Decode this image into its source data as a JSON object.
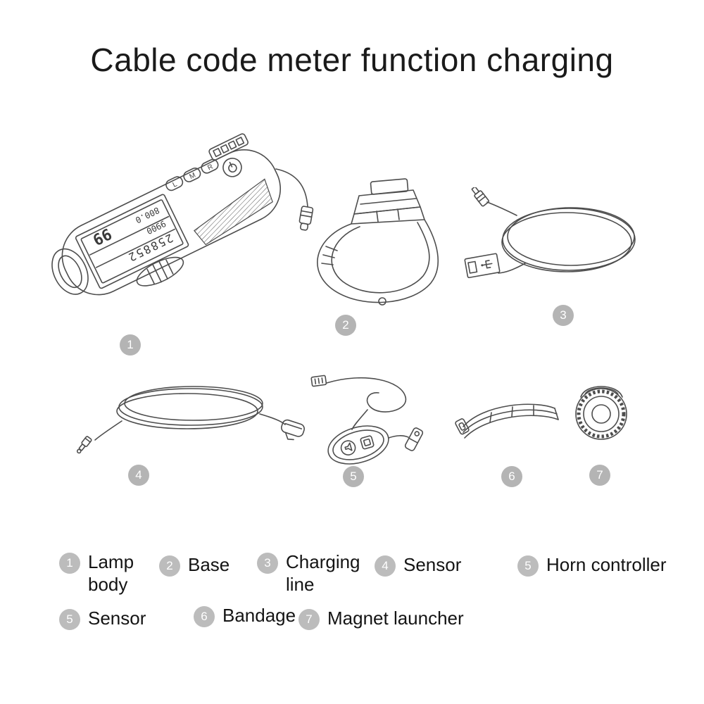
{
  "title": "Cable code meter function charging",
  "lamp_buttons": [
    "L",
    "M",
    "R"
  ],
  "meter_display": {
    "odometer": "258852",
    "trip": "9900",
    "distance": "800.0",
    "speed": "99"
  },
  "diagram_badges": [
    "1",
    "2",
    "3",
    "4",
    "5",
    "6",
    "7"
  ],
  "legend": {
    "row1": [
      {
        "num": "1",
        "label": "Lamp body"
      },
      {
        "num": "2",
        "label": "Base"
      },
      {
        "num": "3",
        "label": "Charging line"
      },
      {
        "num": "4",
        "label": "Sensor"
      },
      {
        "num": "5",
        "label": "Horn controller"
      }
    ],
    "row2": [
      {
        "num": "5",
        "label": "Sensor"
      },
      {
        "num": "6",
        "label": "Bandage"
      },
      {
        "num": "7",
        "label": "Magnet launcher"
      }
    ]
  },
  "colors": {
    "line": "#4d4d4d",
    "badge": "#b4b4b4",
    "badge_text": "#ffffff",
    "title_text": "#1a1a1a",
    "background": "#ffffff"
  }
}
